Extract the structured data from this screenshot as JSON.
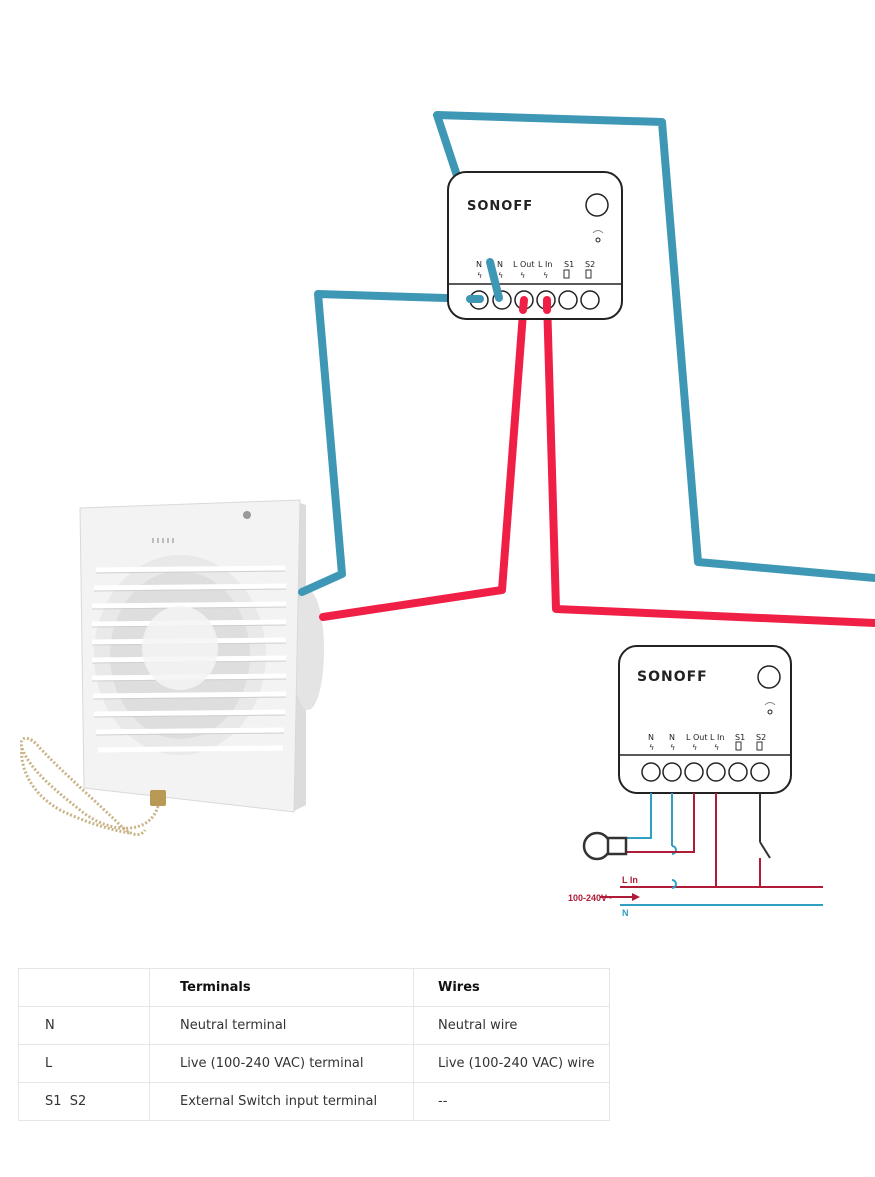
{
  "modules": {
    "brand": "SONOFF",
    "terminal_labels": [
      "N",
      "N",
      "L Out",
      "L In",
      "S1",
      "S2"
    ]
  },
  "diagram": {
    "l_in_label": "L In",
    "voltage_label": "100-240V~",
    "n_label": "N"
  },
  "table": {
    "headers": [
      "",
      "Terminals",
      "Wires"
    ],
    "rows": [
      [
        "N",
        "Neutral terminal",
        "Neutral wire"
      ],
      [
        "L",
        "Live (100-240 VAC) terminal",
        "Live (100-240 VAC) wire"
      ],
      [
        "S1  S2",
        "External Switch input terminal",
        "--"
      ]
    ]
  },
  "colors": {
    "neutral_wire": "#3d97b5",
    "live_wire": "#f01f45",
    "diagram_live": "#b01c38",
    "diagram_neutral": "#2f9fc2"
  }
}
